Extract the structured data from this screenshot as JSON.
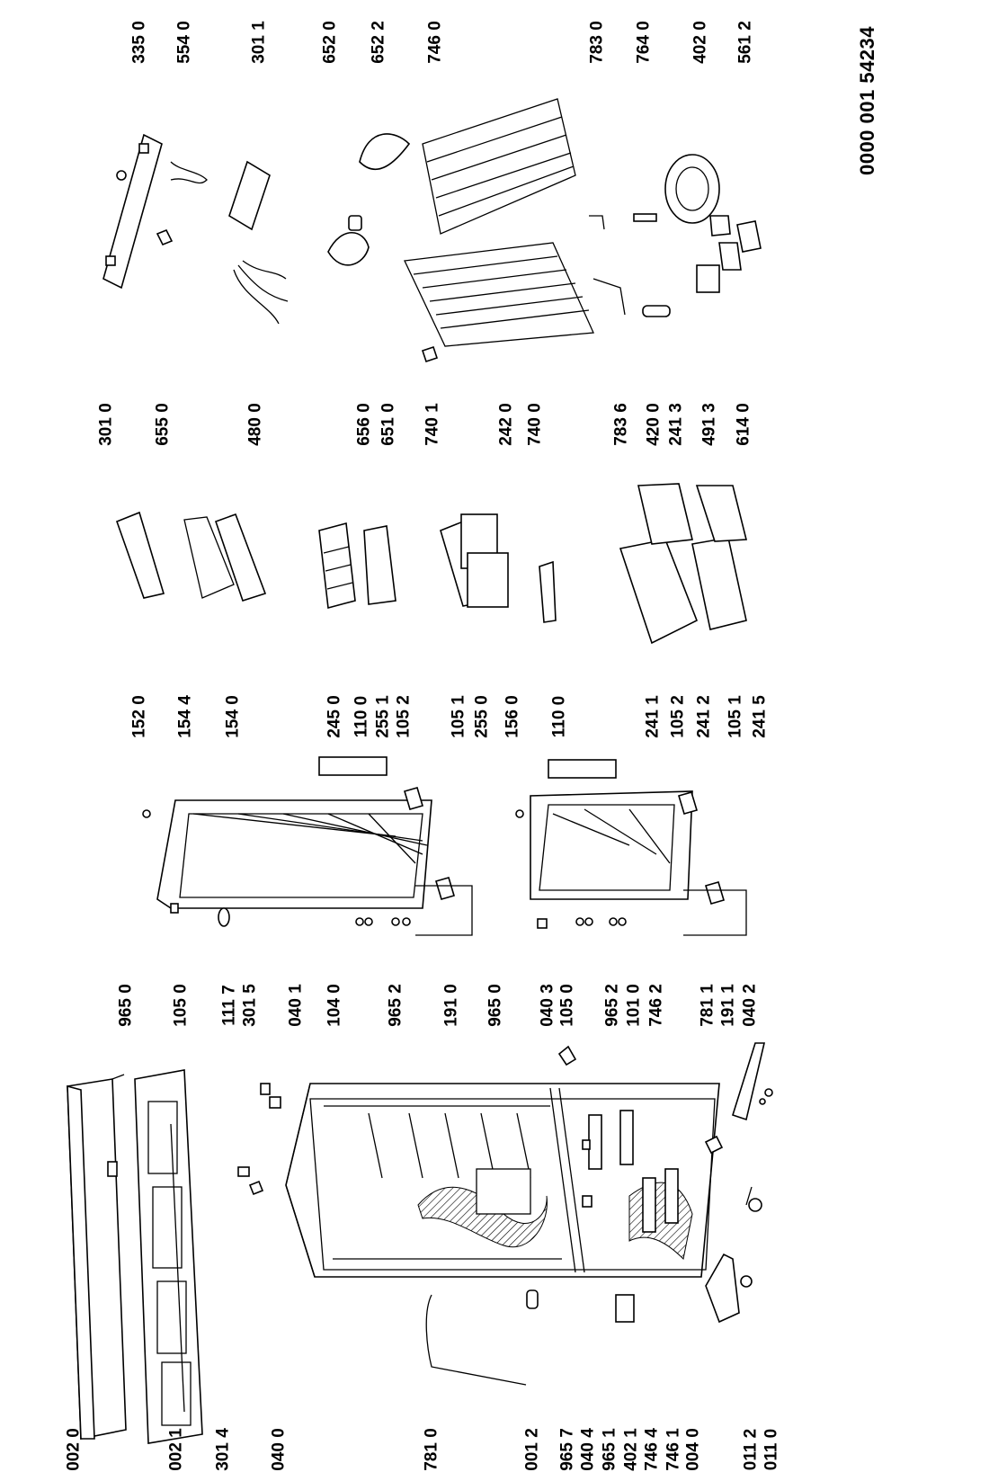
{
  "document_id": "0000 001 54234",
  "labels": {
    "l0020": "002 0",
    "l0021": "002 1",
    "l3014": "301 4",
    "l0400": "040 0",
    "l7810": "781 0",
    "l0012": "001 2",
    "l9657": "965 7",
    "l0404": "040 4",
    "l9651": "965 1",
    "l4021": "402 1",
    "l7464": "746 4",
    "l7461": "746 1",
    "l0040": "004 0",
    "l0112": "011 2",
    "l0110": "011 0",
    "l9650a": "965 0",
    "l1050a": "105 0",
    "l1117": "111 7",
    "l3015": "301 5",
    "l0401": "040 1",
    "l1040": "104 0",
    "l9652a": "965 2",
    "l1910": "191 0",
    "l9650b": "965 0",
    "l0403": "040 3",
    "l1050b": "105 0",
    "l9652b": "965 2",
    "l1010": "101 0",
    "l7462": "746 2",
    "l7811": "781 1",
    "l1911": "191 1",
    "l0402": "040 2",
    "l1520": "152 0",
    "l1544": "154 4",
    "l1540": "154 0",
    "l2450": "245 0",
    "l1100a": "110 0",
    "l2551": "255 1",
    "l1052a": "105 2",
    "l1051a": "105 1",
    "l2550": "255 0",
    "l1560": "156 0",
    "l1100b": "110 0",
    "l2411": "241 1",
    "l1052b": "105 2",
    "l2412": "241 2",
    "l1051b": "105 1",
    "l2415": "241 5",
    "l3010": "301 0",
    "l6550": "655 0",
    "l4800": "480 0",
    "l6560": "656 0",
    "l6510": "651 0",
    "l7401": "740 1",
    "l2420": "242 0",
    "l7400": "740 0",
    "l7836": "783 6",
    "l4200": "420 0",
    "l2413": "241 3",
    "l4913": "491 3",
    "l6140": "614 0",
    "l3350": "335 0",
    "l5540": "554 0",
    "l3011": "301 1",
    "l6520": "652 0",
    "l6522": "652 2",
    "l7460": "746 0",
    "l7830": "783 0",
    "l7640": "764 0",
    "l4020": "402 0",
    "l5612": "561 2"
  }
}
